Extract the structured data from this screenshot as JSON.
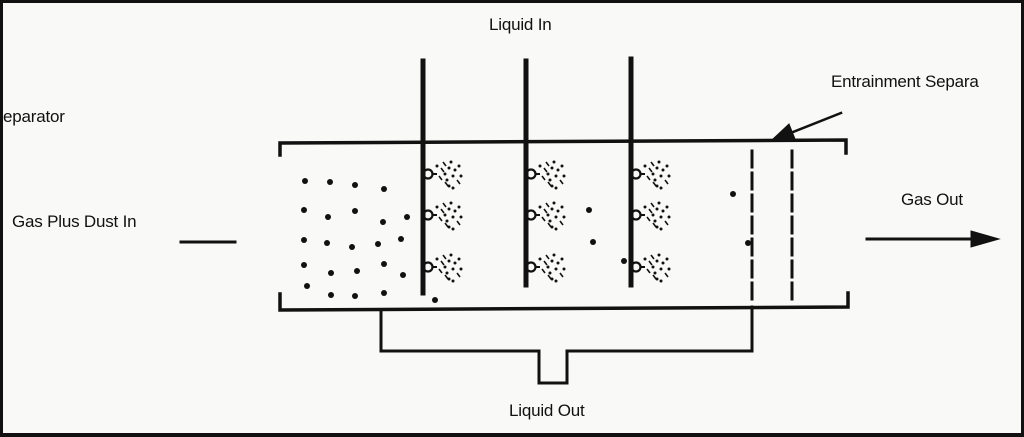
{
  "labels": {
    "liquid_in": "Liquid In",
    "entrainment_separator": "Entrainment Separa",
    "separator_fragment": "eparator",
    "gas_plus_dust_in": "Gas Plus Dust In",
    "gas_out": "Gas Out",
    "liquid_out": "Liquid Out"
  },
  "colors": {
    "ink": "#111111",
    "background": "#f9f9f7"
  }
}
